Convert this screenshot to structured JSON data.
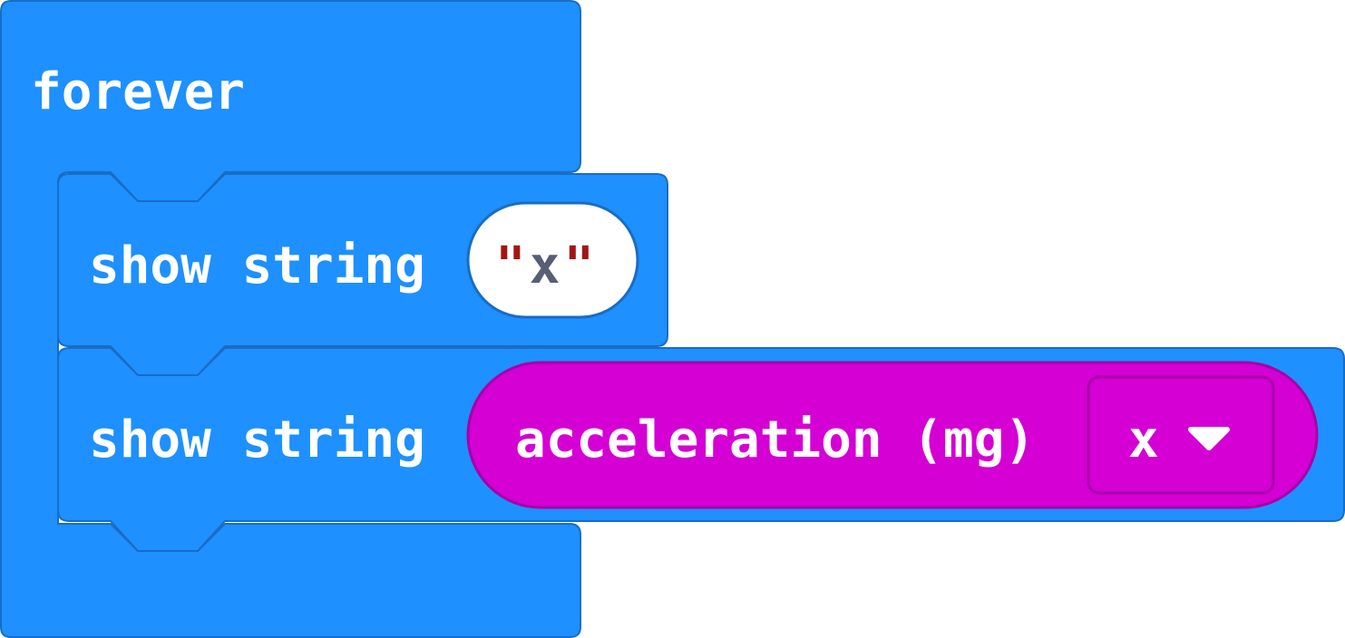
{
  "blocks": {
    "forever": {
      "label": "forever",
      "color": "#1E90FF",
      "stroke": "#1a6cc4"
    },
    "show_string_1": {
      "label": "show string",
      "value_open_quote": "\"",
      "value_text": "x",
      "value_close_quote": "\"",
      "quote_color": "#a31515",
      "value_color": "#575E75"
    },
    "show_string_2": {
      "label": "show string",
      "reporter": {
        "label": "acceleration (mg)",
        "color": "#D400D4",
        "stroke": "#a600a6",
        "dropdown_value": "x",
        "dropdown_icon": "triangle-down-icon"
      }
    }
  }
}
